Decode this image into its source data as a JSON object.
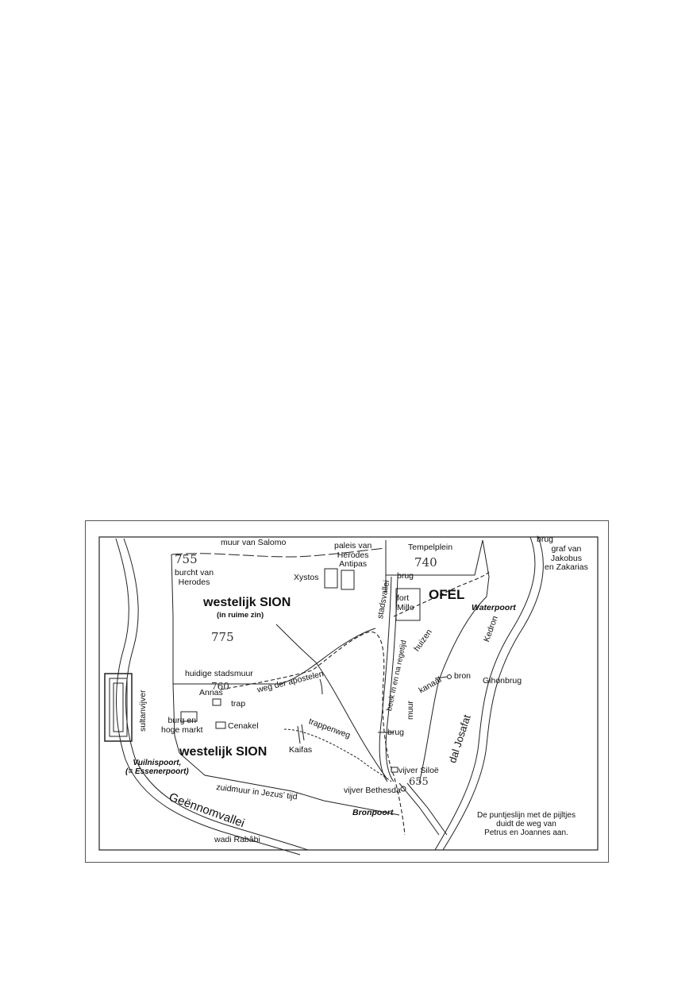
{
  "labels": {
    "muur_salomo": "muur van Salomo",
    "paleis": "paleis van\nHerodes\nAntipas",
    "tempelplein": "Tempelplein",
    "brug_top": "brug",
    "graf": "graf van\nJakobus\nen Zakarias",
    "burcht": "burcht van\nHerodes",
    "xystos": "Xystos",
    "brug_mid": "brug",
    "westelijk_sion_top": "westelijk SION",
    "in_ruime_zin": "(in ruime zin)",
    "stadsvallei": "stadsvallei",
    "fort_millo": "fort\nMillo",
    "ofel": "OFEL",
    "waterpoort": "Waterpoort",
    "beek": "beek in en na regetijd",
    "huizen": "huizen",
    "huidige_stadsmuur": "huidige stadsmuur",
    "weg_apostelen": "weg der apostelen",
    "annas": "Annas",
    "trap": "trap",
    "kanaal": "kanaal",
    "bron": "bron",
    "gihonbrug": "Gihonbrug",
    "kedron": "Kedron",
    "sultanvijver": "sultanvijver",
    "burg_markt": "burg en\nhoge markt",
    "cenakel": "Cenakel",
    "trappenweg": "trappenweg",
    "muur": "muur",
    "dal_josafat": "dal Josafat",
    "brug_low": "brug",
    "kaifas": "Kaifas",
    "westelijk_sion_bottom": "westelijk SION",
    "vuilnispoort": "Vuilnispoort,\n(= Essenerpoort)",
    "vijver_siloe": "vijver Siloë",
    "vijver_bethesda": "vijver Bethesda",
    "zuidmuur": "zuidmuur in Jezus’ tijd",
    "geennomvallei": "Geënnomvallei",
    "bronpoort": "Bronpoort",
    "wadi": "wadi Rabâbi",
    "legend": "De puntjeslijn met de pijltjes\nduidt de weg van\nPetrus en Joannes aan."
  },
  "elevations": {
    "e755": "755",
    "e740": "740",
    "e775": "775",
    "e760": "760",
    "e655": "655"
  }
}
